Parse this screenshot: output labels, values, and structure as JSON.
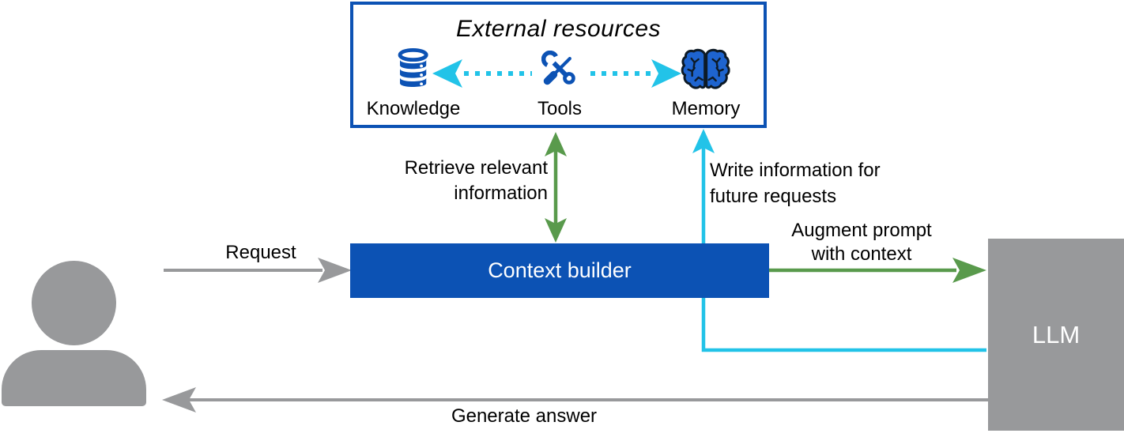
{
  "colors": {
    "blue": "#0c52b4",
    "cyan": "#22c3e8",
    "green": "#599a4c",
    "gray": "#98999b",
    "brain_blue": "#1e64cf",
    "outline_dark": "#0d1a26",
    "label_text": "#000000",
    "background": "#ffffff"
  },
  "external_resources": {
    "title": "External resources",
    "items": [
      {
        "label": "Knowledge",
        "icon": "database-icon"
      },
      {
        "label": "Tools",
        "icon": "tools-icon"
      },
      {
        "label": "Memory",
        "icon": "brain-icon"
      }
    ]
  },
  "nodes": {
    "user": "user",
    "context_builder": "Context builder",
    "llm": "LLM"
  },
  "edges": {
    "request": {
      "label": "Request"
    },
    "retrieve": {
      "line1": "Retrieve relevant",
      "line2": "information"
    },
    "write": {
      "line1": "Write information for",
      "line2": "future requests"
    },
    "augment": {
      "line1": "Augment prompt",
      "line2": "with context"
    },
    "generate": {
      "label": "Generate answer"
    }
  }
}
